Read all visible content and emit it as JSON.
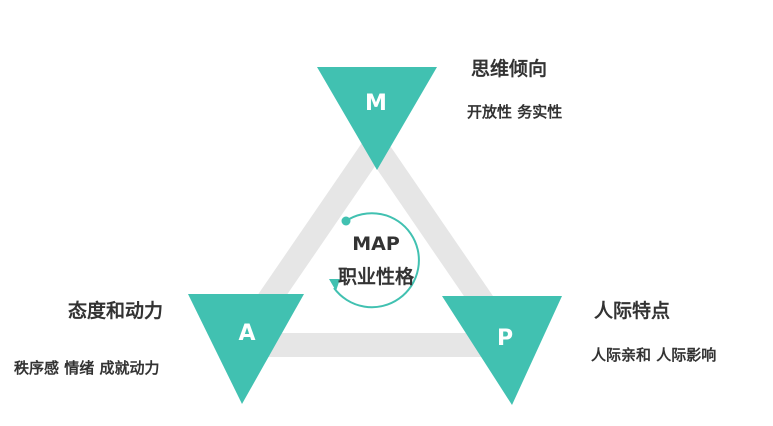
{
  "diagram": {
    "center": {
      "line1": "MAP",
      "line2": "职业性格"
    },
    "nodes": {
      "m": {
        "letter": "M",
        "title": "思维倾向",
        "desc": "开放性 务实性"
      },
      "a": {
        "letter": "A",
        "title": "态度和动力",
        "desc": "秩序感 情绪 成就动力"
      },
      "p": {
        "letter": "P",
        "title": "人际特点",
        "desc": "人际亲和 人际影响"
      }
    }
  },
  "colors": {
    "accent": "#41c1b1",
    "track": "#e6e6e6",
    "text": "#333333",
    "letter": "#ffffff"
  }
}
